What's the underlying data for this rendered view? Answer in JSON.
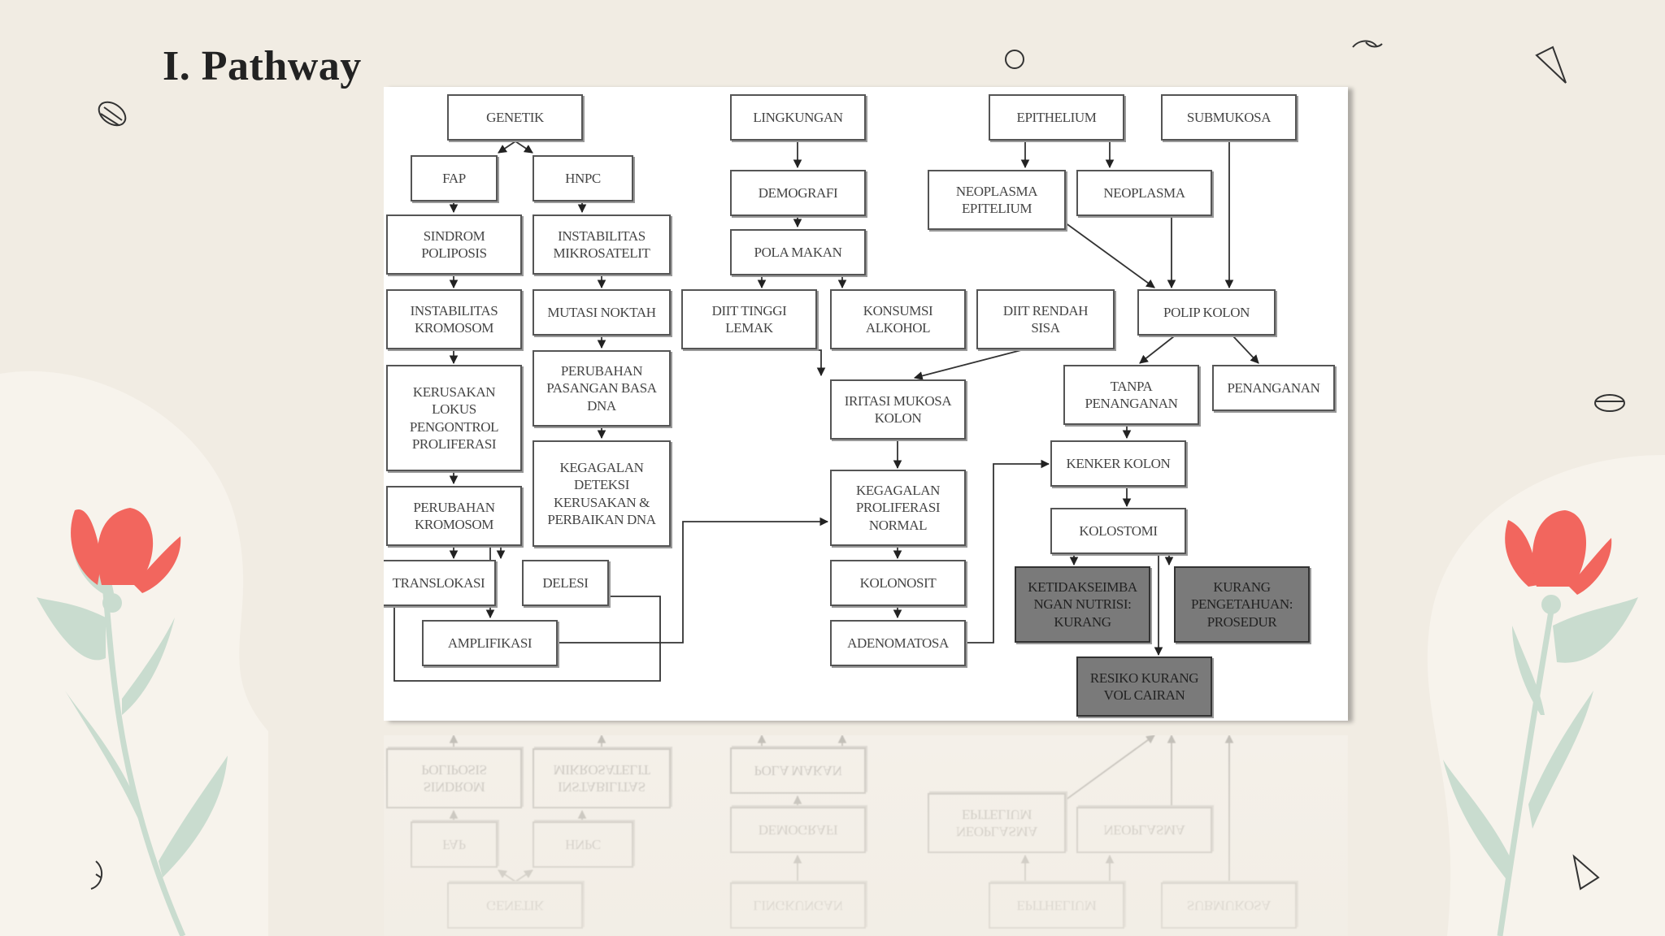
{
  "slide": {
    "title": "I. Pathway"
  },
  "colors": {
    "background": "#f1ece3",
    "blob": "#f7f3ec",
    "flower": "#f2665e",
    "leaf": "#c9dccf",
    "node_dark": "#7a7a7a"
  },
  "diagram": {
    "nodes": [
      {
        "id": "genetik",
        "label": "GENETIK"
      },
      {
        "id": "fap",
        "label": "FAP"
      },
      {
        "id": "hnpc",
        "label": "HNPC"
      },
      {
        "id": "sindrom",
        "label": "SINDROM\nPOLIPOSIS"
      },
      {
        "id": "instab_mikro",
        "label": "INSTABILITAS\nMIKROSATELIT"
      },
      {
        "id": "instab_krom",
        "label": "INSTABILITAS\nKROMOSOM"
      },
      {
        "id": "mutasi",
        "label": "MUTASI NOKTAH"
      },
      {
        "id": "kerusakan",
        "label": "KERUSAKAN\nLOKUS\nPENGONTROL\nPROLIFERASI"
      },
      {
        "id": "perubahan_pasangan",
        "label": "PERUBAHAN\nPASANGAN BASA\nDNA"
      },
      {
        "id": "perubahan_krom",
        "label": "PERUBAHAN\nKROMOSOM"
      },
      {
        "id": "kegagalan_deteksi",
        "label": "KEGAGALAN\nDETEKSI\nKERUSAKAN &\nPERBAIKAN DNA"
      },
      {
        "id": "translokasi",
        "label": "TRANSLOKASI"
      },
      {
        "id": "delesi",
        "label": "DELESI"
      },
      {
        "id": "amplifikasi",
        "label": "AMPLIFIKASI"
      },
      {
        "id": "lingkungan",
        "label": "LINGKUNGAN"
      },
      {
        "id": "demografi",
        "label": "DEMOGRAFI"
      },
      {
        "id": "pola_makan",
        "label": "POLA MAKAN"
      },
      {
        "id": "diit_tinggi",
        "label": "DIIT TINGGI\nLEMAK"
      },
      {
        "id": "konsumsi",
        "label": "KONSUMSI\nALKOHOL"
      },
      {
        "id": "diit_rendah",
        "label": "DIIT RENDAH\nSISA"
      },
      {
        "id": "iritasi",
        "label": "IRITASI MUKOSA\nKOLON"
      },
      {
        "id": "kegagalan_prolif",
        "label": "KEGAGALAN\nPROLIFERASI\nNORMAL"
      },
      {
        "id": "kolonosit",
        "label": "KOLONOSIT"
      },
      {
        "id": "adenomatosa",
        "label": "ADENOMATOSA"
      },
      {
        "id": "epithelium",
        "label": "EPITHELIUM"
      },
      {
        "id": "submukosa",
        "label": "SUBMUKOSA"
      },
      {
        "id": "neo_epi",
        "label": "NEOPLASMA\nEPITELIUM"
      },
      {
        "id": "neoplasma",
        "label": "NEOPLASMA"
      },
      {
        "id": "polip",
        "label": "POLIP KOLON"
      },
      {
        "id": "tanpa",
        "label": "TANPA\nPENANGANAN"
      },
      {
        "id": "penanganan",
        "label": "PENANGANAN"
      },
      {
        "id": "kenker",
        "label": "KENKER KOLON"
      },
      {
        "id": "kolostomi",
        "label": "KOLOSTOMI"
      },
      {
        "id": "ketidak",
        "label": "KETIDAKSEIMBA\nNGAN NUTRISI:\nKURANG"
      },
      {
        "id": "kurang_peng",
        "label": "KURANG\nPENGETAHUAN:\nPROSEDUR"
      },
      {
        "id": "resiko",
        "label": "RESIKO KURANG\nVOL CAIRAN"
      }
    ]
  }
}
